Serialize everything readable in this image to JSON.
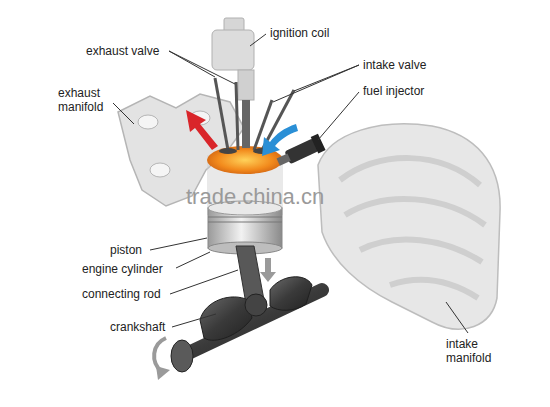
{
  "diagram": {
    "labels": [
      "ignition coil",
      "exhaust valve",
      "intake valve",
      "exhaust manifold",
      "fuel injector",
      "trade.china.cn",
      "piston",
      "engine cylinder",
      "connecting rod",
      "crankshaft",
      "intake manifold"
    ]
  }
}
